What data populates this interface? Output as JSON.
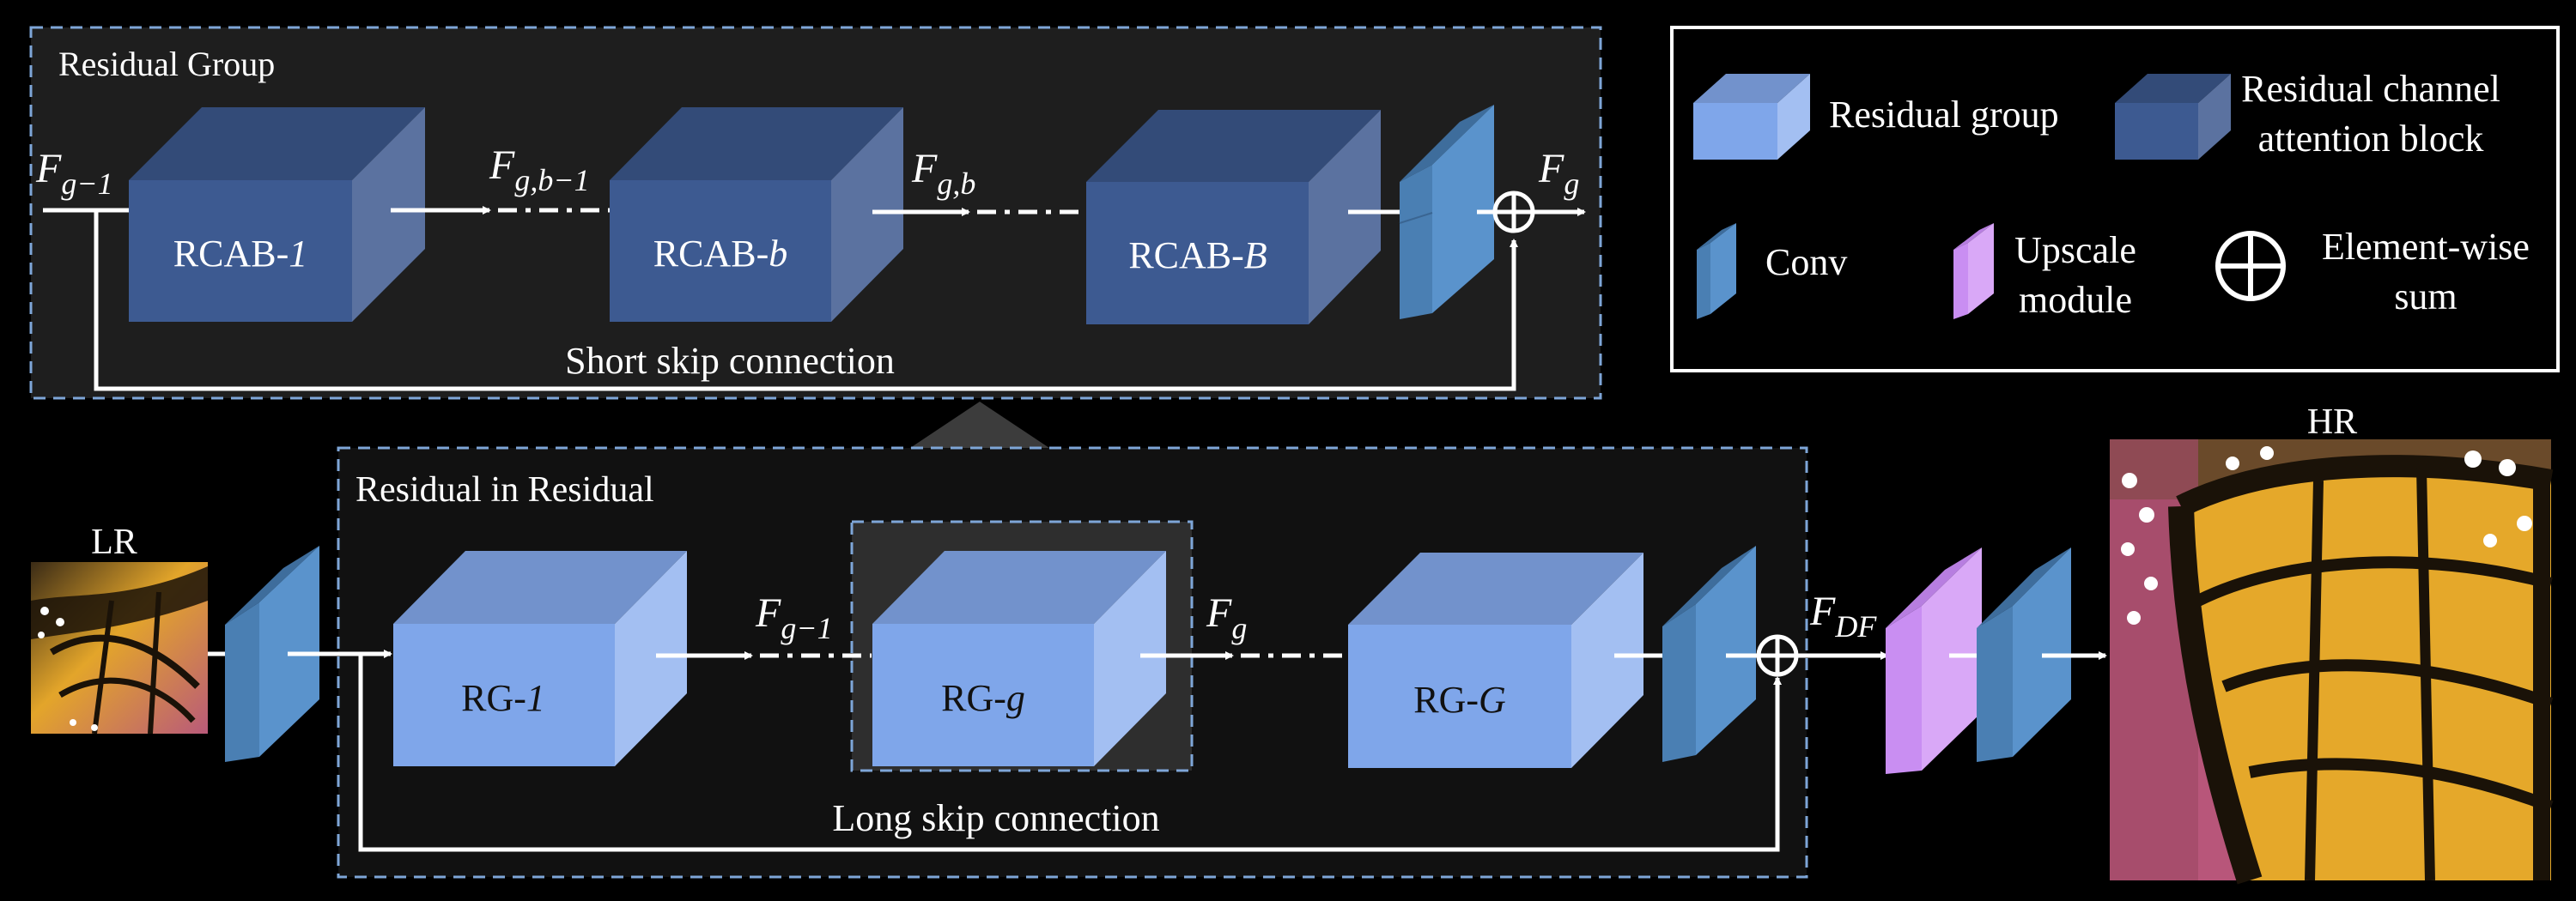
{
  "residual_group": {
    "title": "Residual Group",
    "input_label": {
      "main": "F",
      "sub": "g−1"
    },
    "blocks": [
      {
        "name": "RCAB-",
        "index": "1"
      },
      {
        "name": "RCAB-",
        "index": "b"
      },
      {
        "name": "RCAB-",
        "index": "B"
      }
    ],
    "flow_labels": [
      {
        "main": "F",
        "sub": "g,b−1"
      },
      {
        "main": "F",
        "sub": "g,b"
      }
    ],
    "output_label": {
      "main": "F",
      "sub": "g"
    },
    "skip_label": "Short skip connection"
  },
  "legend": {
    "items": [
      {
        "icon": "residual-group-icon",
        "lines": [
          "Residual group"
        ]
      },
      {
        "icon": "rcab-icon",
        "lines": [
          "Residual channel",
          "attention block"
        ]
      },
      {
        "icon": "conv-icon",
        "lines": [
          "Conv"
        ]
      },
      {
        "icon": "upscale-icon",
        "lines": [
          "Upscale",
          "module"
        ]
      },
      {
        "icon": "element-wise-sum-icon",
        "lines": [
          "Element-wise",
          "sum"
        ]
      }
    ]
  },
  "residual_in_residual": {
    "title": "Residual in Residual",
    "blocks": [
      {
        "name": "RG-",
        "index": "1"
      },
      {
        "name": "RG-",
        "index": "g"
      },
      {
        "name": "RG-",
        "index": "G"
      }
    ],
    "flow_labels": [
      {
        "main": "F",
        "sub": "g−1"
      },
      {
        "main": "F",
        "sub": "g"
      }
    ],
    "skip_label": "Long skip connection"
  },
  "io": {
    "lr_label": "LR",
    "hr_label": "HR",
    "fdf_label": {
      "main": "F",
      "sub": "DF"
    }
  },
  "colors": {
    "background": "#000000",
    "panel": "#1e1e1e",
    "panel_inner": "#2e2e2e",
    "dashed_border": "#7ea6d8",
    "rcab_front": "#3d5a91",
    "rcab_top": "#334b78",
    "rcab_side": "#5b72a0",
    "rg_front": "#7fa6ea",
    "rg_top": "#7292cc",
    "rg_side": "#a3bff2",
    "conv": "#5a93cc",
    "upscale": "#c98ef2",
    "arrow": "#ffffff"
  }
}
